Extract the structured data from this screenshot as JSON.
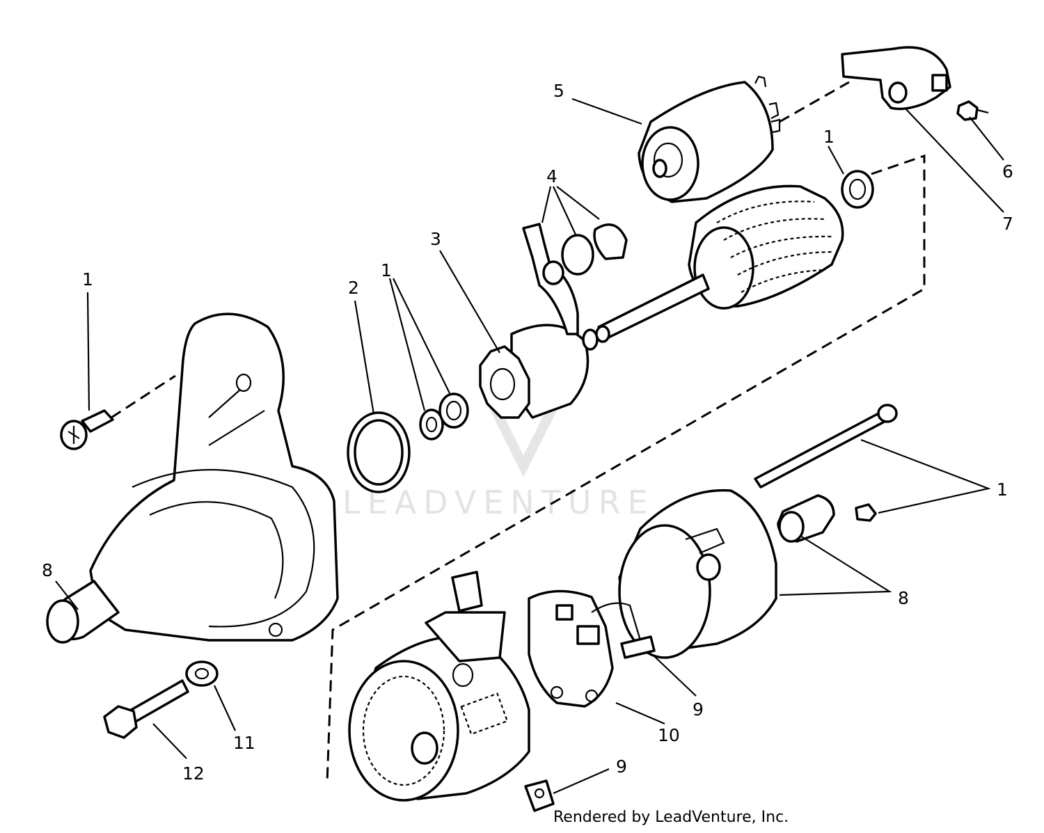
{
  "watermark": {
    "text": "LEADVENTURE"
  },
  "credit": "Rendered by LeadVenture, Inc.",
  "callouts": {
    "c1_bolt": "1",
    "c2": "2",
    "c1_washers": "1",
    "c3": "3",
    "c4": "4",
    "c5": "5",
    "c1_armature": "1",
    "c6": "6",
    "c7": "7",
    "c1_throughbolt": "1",
    "c8_housing": "8",
    "c8_endcap": "8",
    "c9_brush": "9",
    "c10": "10",
    "c9_bottom": "9",
    "c11": "11",
    "c12": "12"
  }
}
